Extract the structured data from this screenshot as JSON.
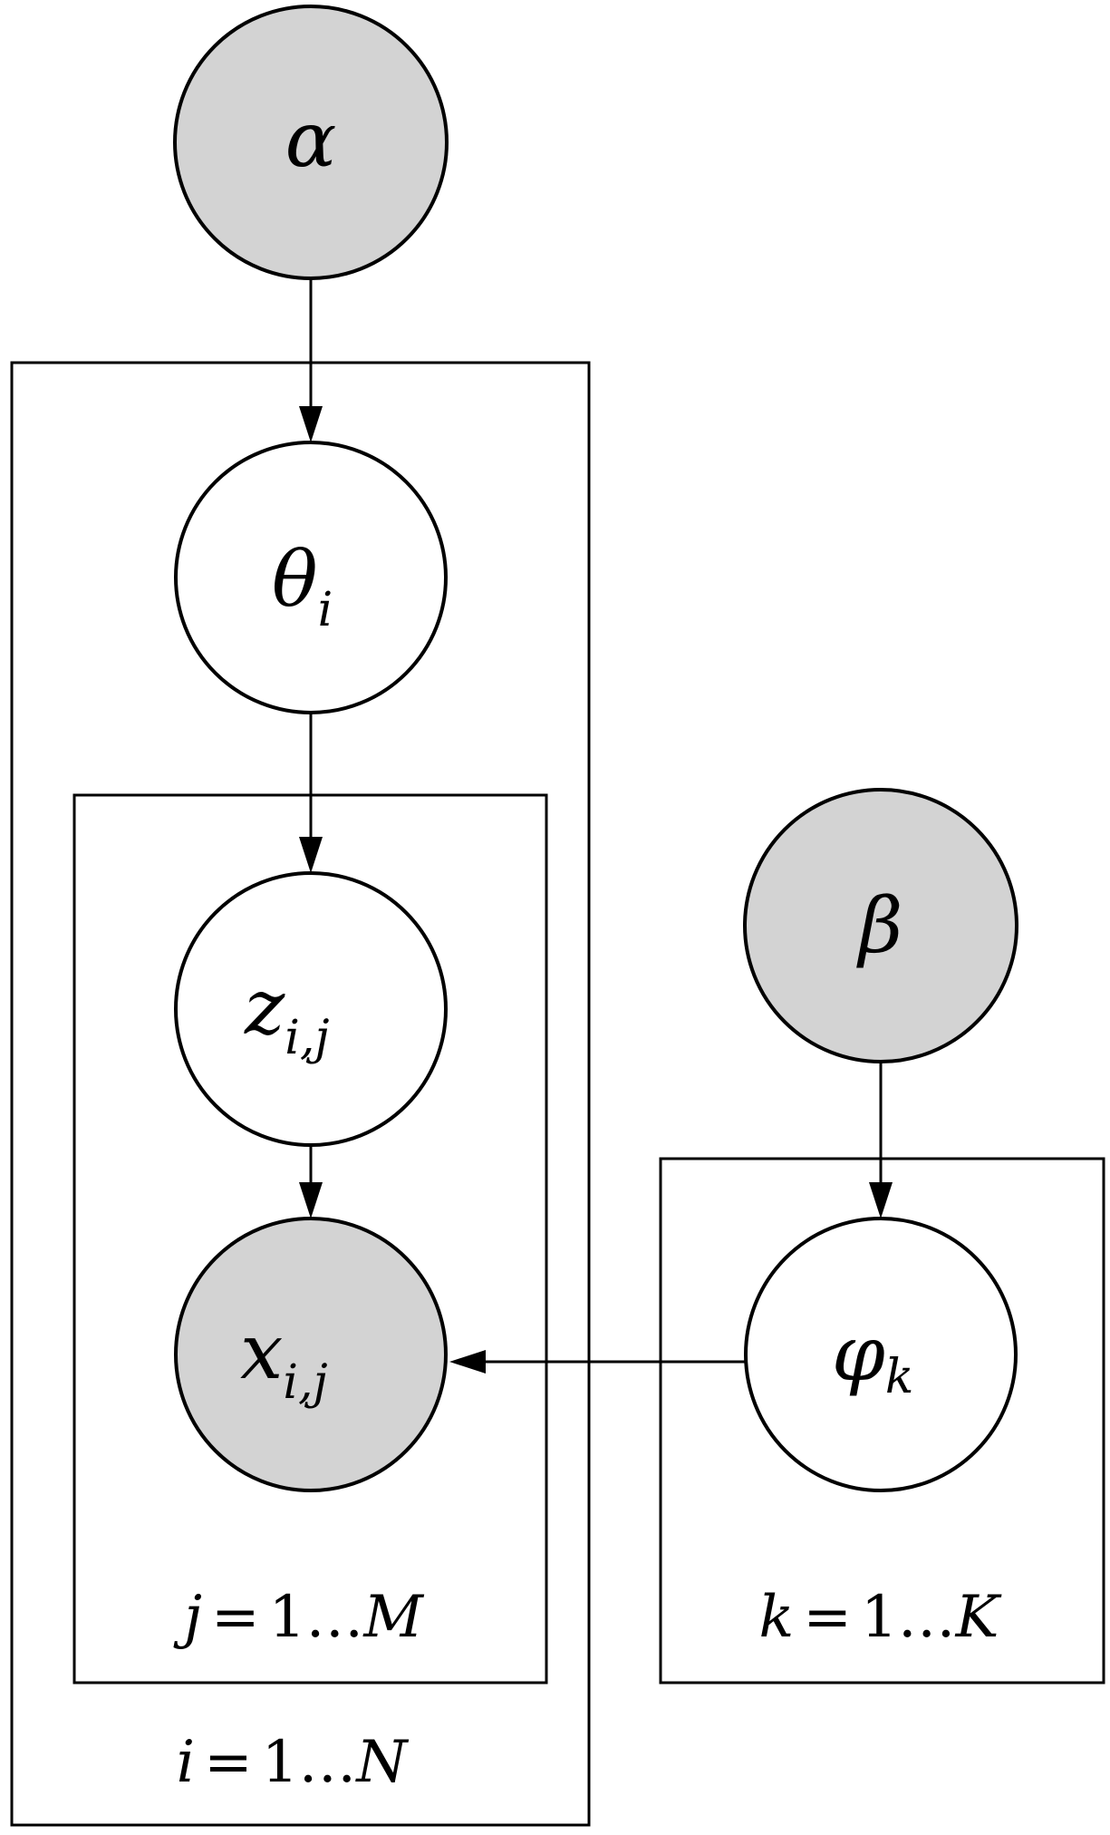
{
  "diagram": {
    "type": "probabilistic graphical model (plate notation)",
    "nodes": [
      {
        "id": "alpha",
        "symbol": "α",
        "subscript": "",
        "observed": true
      },
      {
        "id": "theta",
        "symbol": "θ",
        "subscript": "i",
        "observed": false
      },
      {
        "id": "z",
        "symbol": "z",
        "subscript": "i,j",
        "observed": false
      },
      {
        "id": "x",
        "symbol": "x",
        "subscript": "i,j",
        "observed": true
      },
      {
        "id": "beta",
        "symbol": "β",
        "subscript": "",
        "observed": true
      },
      {
        "id": "phi",
        "symbol": "φ",
        "subscript": "k",
        "observed": false
      }
    ],
    "edges": [
      {
        "from": "alpha",
        "to": "theta"
      },
      {
        "from": "theta",
        "to": "z"
      },
      {
        "from": "z",
        "to": "x"
      },
      {
        "from": "beta",
        "to": "phi"
      },
      {
        "from": "phi",
        "to": "x"
      }
    ],
    "plates": [
      {
        "id": "plate-i",
        "var": "i",
        "eq": "=",
        "range": "1…",
        "bound": "N"
      },
      {
        "id": "plate-j",
        "var": "j",
        "eq": "=",
        "range": "1…",
        "bound": "M"
      },
      {
        "id": "plate-k",
        "var": "k",
        "eq": "=",
        "range": "1…",
        "bound": "K"
      }
    ],
    "colors": {
      "observed_fill": "#d3d3d3",
      "latent_fill": "#ffffff",
      "stroke": "#000000"
    }
  }
}
